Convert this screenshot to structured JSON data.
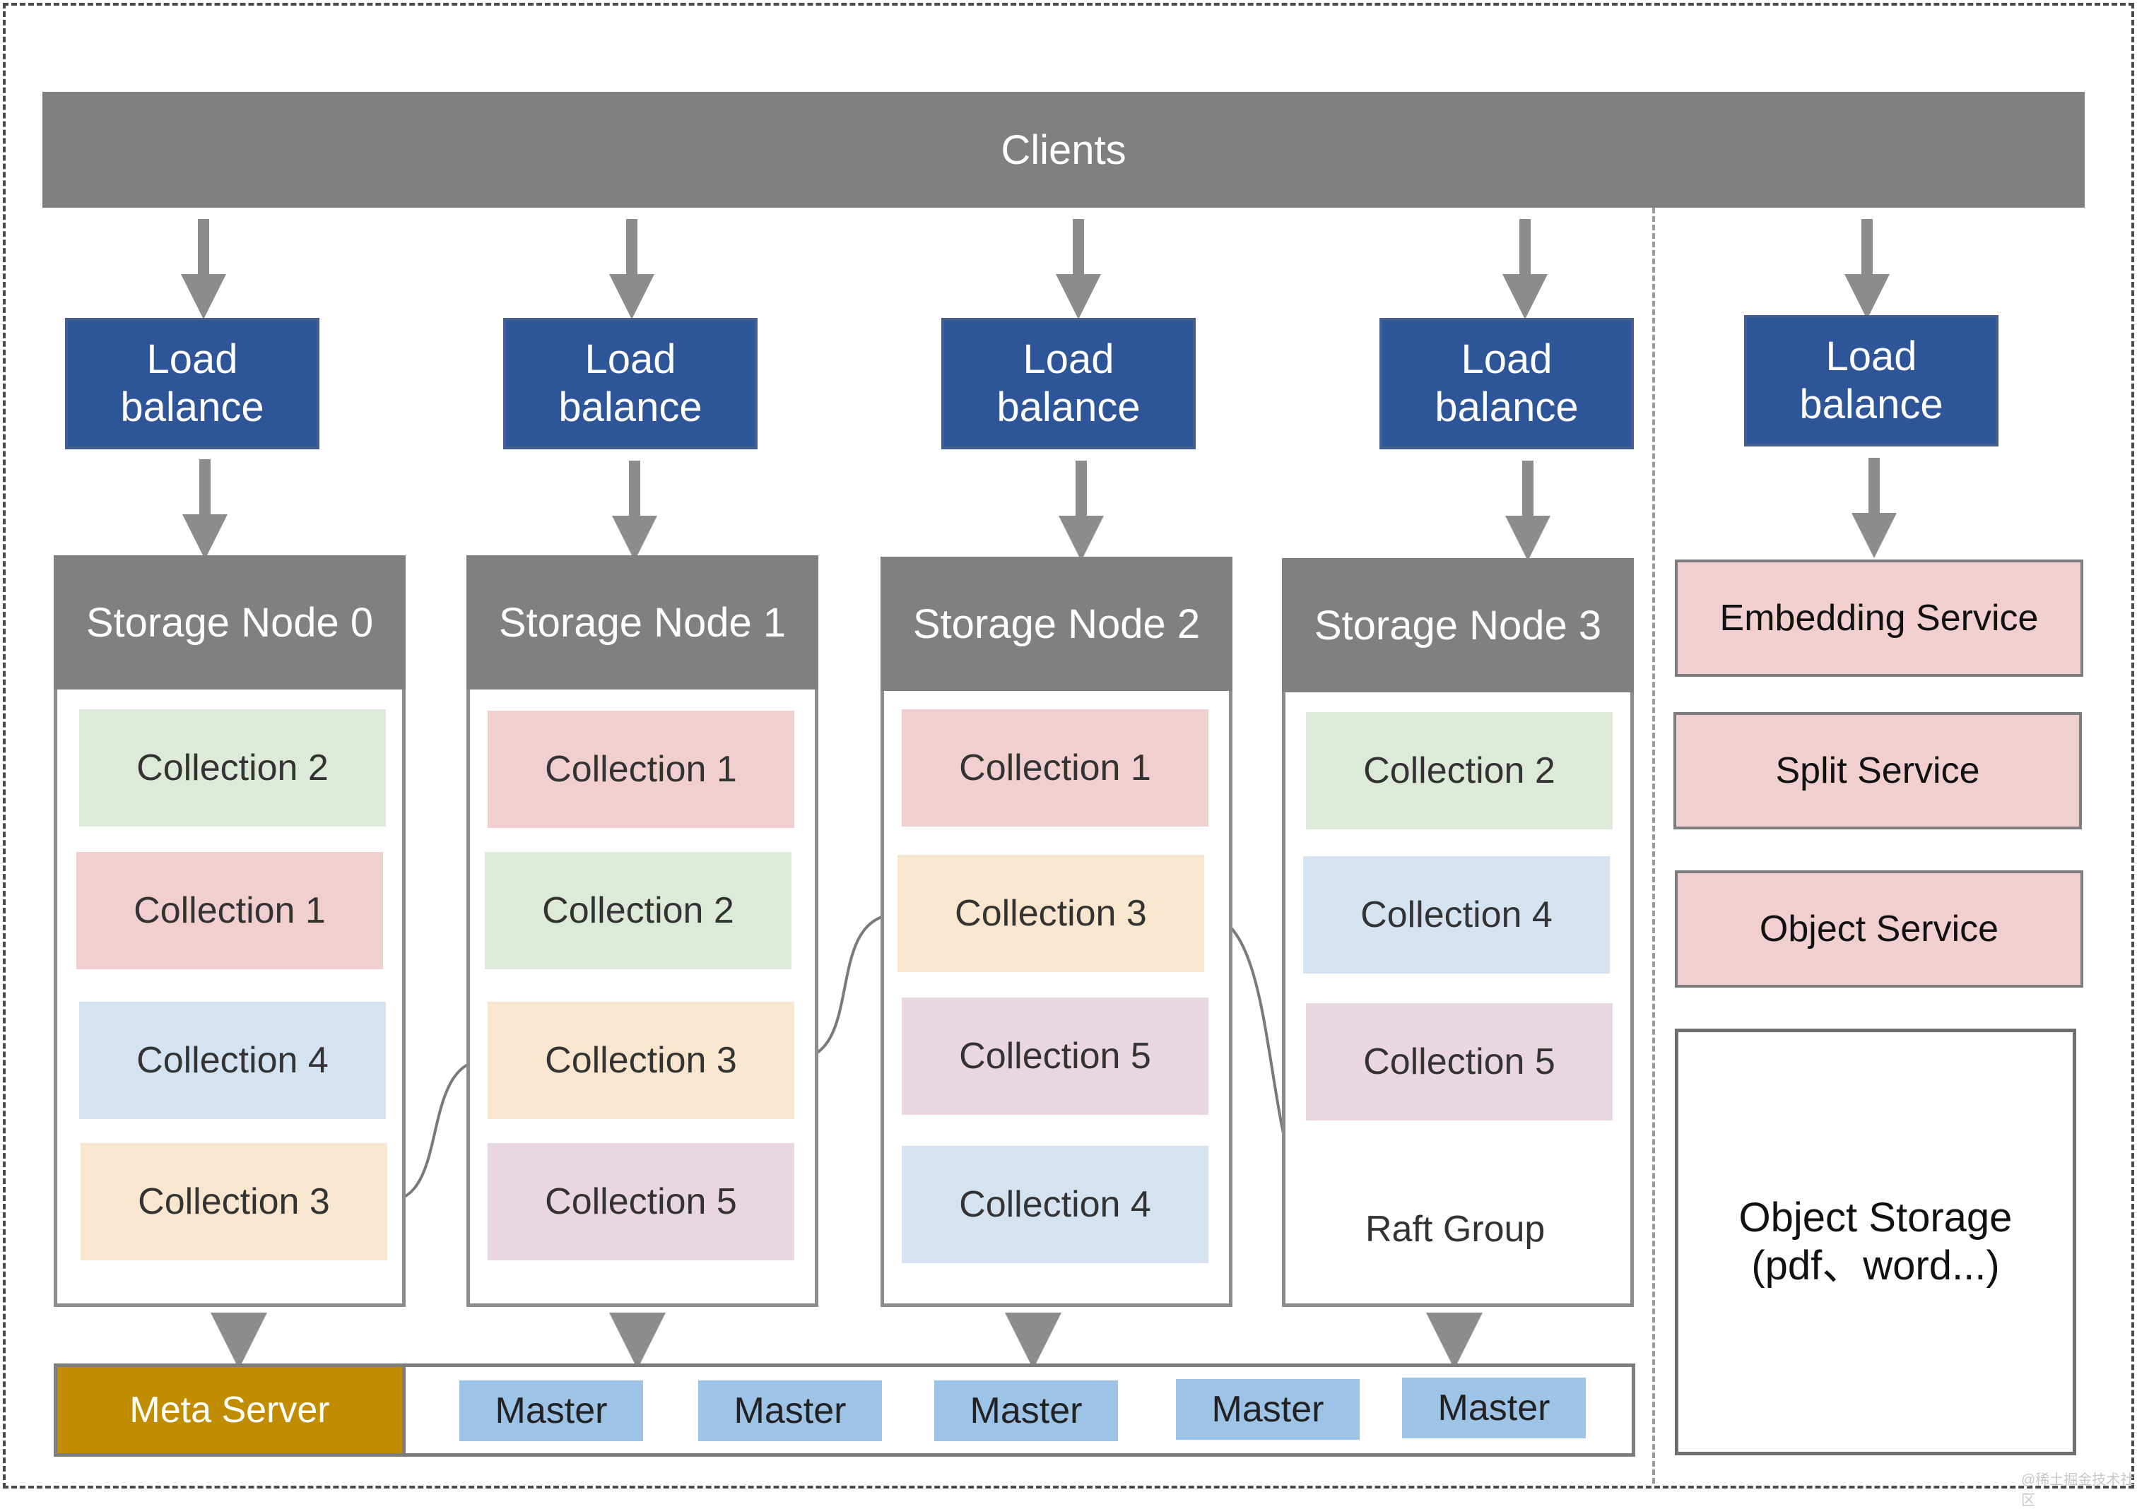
{
  "clients": "Clients",
  "load_balancer": {
    "line1": "Load",
    "line2": "balance"
  },
  "storage_nodes": [
    {
      "title": "Storage Node 0",
      "collections": [
        "Collection 2",
        "Collection 1",
        "Collection 4",
        "Collection 3"
      ]
    },
    {
      "title": "Storage Node 1",
      "collections": [
        "Collection 1",
        "Collection 2",
        "Collection 3",
        "Collection 5"
      ]
    },
    {
      "title": "Storage Node 2",
      "collections": [
        "Collection 1",
        "Collection 3",
        "Collection 5",
        "Collection 4"
      ]
    },
    {
      "title": "Storage Node 3",
      "collections": [
        "Collection 2",
        "Collection 4",
        "Collection 5"
      ]
    }
  ],
  "raft_group_label": "Raft Group",
  "services": [
    "Embedding Service",
    "Split Service",
    "Object Service"
  ],
  "object_storage": {
    "line1": "Object Storage",
    "line2": "(pdf、word...)"
  },
  "meta_server": "Meta Server",
  "masters": [
    "Master",
    "Master",
    "Master",
    "Master",
    "Master"
  ],
  "watermark": "@稀土掘金技术社区",
  "colors": {
    "clients_bar": "#808080",
    "load_balancer": "#2e5597",
    "node_header": "#808080",
    "collection_green": "#deead9",
    "collection_pink": "#f1cfd0",
    "collection_blue": "#d5e3f0",
    "collection_yellow": "#f8e6cf",
    "collection_purple": "#e8d6e0",
    "service": "#f1cfd0",
    "meta_server": "#c08d00",
    "master": "#9dc3e6"
  }
}
